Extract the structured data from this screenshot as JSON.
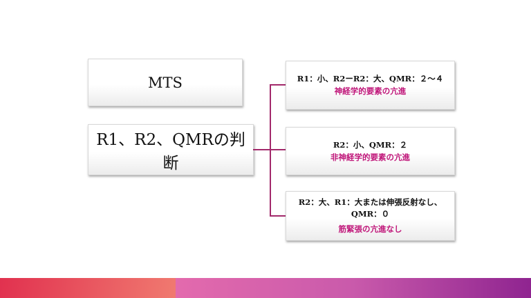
{
  "left": {
    "title_box": "MTS",
    "judgment_box": "R1、R2、QMRの判断"
  },
  "branches": [
    {
      "criteria": [
        "R1：小、R2ーR2：大、QMR：２～４"
      ],
      "result": "神経学的要素の亢進"
    },
    {
      "criteria": [
        "R2：小、QMR：２"
      ],
      "result": "非神経学的要素の亢進"
    },
    {
      "criteria": [
        "R2：大、R1：大または伸張反射なし、",
        "QMR：０"
      ],
      "result": "筋緊張の亢進なし"
    }
  ],
  "colors": {
    "accent_text": "#c0177a",
    "connector": "#a2286a",
    "footer_left_start": "#e1314f",
    "footer_left_end": "#f07a70",
    "footer_right_start": "#e36aad",
    "footer_right_end": "#8f2490"
  }
}
